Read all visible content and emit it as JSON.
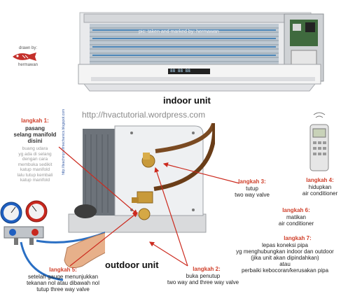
{
  "indoor": {
    "label": "indoor unit",
    "watermark": "pic: taken and marked by: hermawan",
    "display": "88 88 88"
  },
  "outdoor": {
    "label": "outdoor unit",
    "side_text": "http://teachmyselfmechanics.blogspot.com"
  },
  "url": "http://hvactutorial.wordpress.com",
  "credit": {
    "line1": "drawn by:",
    "line2": "hermawan"
  },
  "steps": {
    "s1": {
      "title": "langkah 1:",
      "main": "pasang\nselang manifold\ndisini",
      "detail": "buang udara\nyg ada di selang\ndengan cara\nmembuka sedikit\nkatup manifold\nlalu tutup kembali\nkatup manifold"
    },
    "s2": {
      "title": "langkah 2:",
      "body": "buka penutup\ntwo way and three way valve"
    },
    "s3": {
      "title": "langkah 3:",
      "body": "tutup\ntwo way valve"
    },
    "s4": {
      "title": "langkah 4:",
      "body": "hidupkan\nair conditioner"
    },
    "s5": {
      "title": "langkah 5:",
      "body": "setelah gauge menunjukkan\ntekanan nol atau dibawah nol\ntutup three way valve"
    },
    "s6": {
      "title": "langkah 6:",
      "body": "matikan\nair conditioner"
    },
    "s7": {
      "title": "langkah 7:",
      "body": "lepas koneksi pipa\nyg menghubungkan indoor dan outdoor\n(jika unit akan dipindahkan)\natau\nperbaiki kebocoran/kerusakan pipa"
    }
  },
  "colors": {
    "step_title": "#d0402b",
    "arrow": "#cc2a1e",
    "hose": "#2a6fc4",
    "gauge_blue": "#1f5fc0",
    "gauge_red": "#c8281e",
    "brass": "#c89a3a",
    "copper": "#7a4a22"
  }
}
